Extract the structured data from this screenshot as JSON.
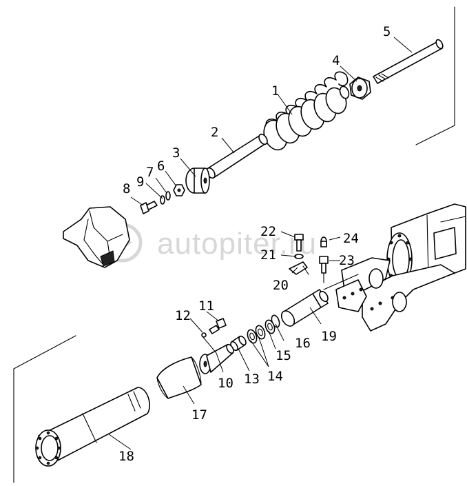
{
  "watermark": {
    "text": "autopiter.ru"
  },
  "labels": {
    "p1": "1",
    "p2": "2",
    "p3": "3",
    "p4": "4",
    "p5": "5",
    "p6": "6",
    "p7": "7",
    "p8": "8",
    "p9": "9",
    "p10": "10",
    "p11": "11",
    "p12": "12",
    "p13": "13",
    "p14": "14",
    "p15": "15",
    "p16": "16",
    "p17": "17",
    "p18": "18",
    "p19": "19",
    "p20": "20",
    "p21": "21",
    "p22": "22",
    "p23": "23",
    "p24": "24"
  }
}
